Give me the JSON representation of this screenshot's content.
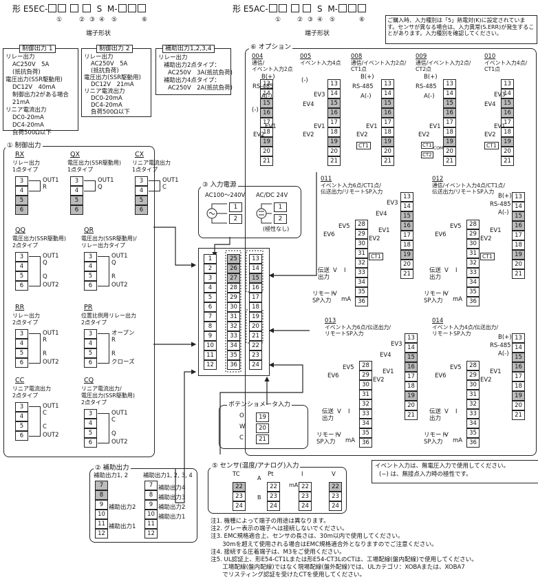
{
  "header": {
    "left_model": "形 E5EC-",
    "right_model": "形 E5AC-",
    "s_letter": "S",
    "m_letter": "M-",
    "nums": [
      "①",
      "②",
      "③",
      "④",
      "⑤",
      "⑥"
    ],
    "terminal_shape": "端子形状"
  },
  "top_note": "ご購入時、入力種別は「5」熱電対(K)に設定されています。センサが異なる場合は、入力異常(S.ERR)が発生することがあります。入力種別を確認してください。",
  "control_output_1": {
    "title": "制御出力 1",
    "lines": [
      "リレー出力",
      "AC250V　5A",
      "(抵抗負荷)",
      "電圧出力(SSR駆動用)",
      "DC12V　40mA",
      "制御出力2がある場合",
      "21mA",
      "リニア電流出力",
      "DC0-20mA",
      "DC4-20mA",
      "負荷500Ω以下"
    ]
  },
  "control_output_2": {
    "title": "制御出力 2",
    "lines": [
      "リレー出力",
      "AC250V　5A",
      "(抵抗負荷)",
      "電圧出力(SSR駆動用)",
      "DC12V　21mA",
      "リニア電流出力",
      "DC0-20mA",
      "DC4-20mA",
      "負荷500Ω以下"
    ]
  },
  "aux_output_box": {
    "title": "補助出力1,2,3,4",
    "lines": [
      "リレー出力",
      "補助出力2点タイプ：",
      "AC250V　3A(抵抗負荷)",
      "補助出力4点タイプ：",
      "AC250V　2A(抵抗負荷)"
    ]
  },
  "section1": {
    "title": "① 制御出力",
    "types": [
      {
        "code": "RX",
        "desc": [
          "リレー出力",
          "1点タイプ"
        ],
        "outs": [
          "OUT1",
          "R"
        ]
      },
      {
        "code": "QX",
        "desc": [
          "電圧出力(SSR駆動用)",
          "1点タイプ"
        ],
        "outs": [
          "OUT1",
          "Q"
        ]
      },
      {
        "code": "CX",
        "desc": [
          "リニア電流出力",
          "1点タイプ"
        ],
        "outs": [
          "OUT1",
          "C"
        ]
      },
      {
        "code": "QQ",
        "desc": [
          "電圧出力(SSR駆動用)",
          "2点タイプ"
        ],
        "outs": [
          "OUT1",
          "Q",
          "Q",
          "OUT2"
        ]
      },
      {
        "code": "QR",
        "desc": [
          "電圧出力(SSR駆動用)/",
          "リレー出力タイプ"
        ],
        "outs": [
          "OUT1",
          "Q",
          "R",
          "OUT2"
        ]
      },
      {
        "code": "RR",
        "desc": [
          "リレー出力",
          "2点タイプ"
        ],
        "outs": [
          "OUT1",
          "R",
          "R",
          "OUT2"
        ]
      },
      {
        "code": "PR",
        "desc": [
          "位置比例用リレー出力",
          "2点タイプ"
        ],
        "outs": [
          "オープン",
          "R",
          "R",
          "クローズ"
        ]
      },
      {
        "code": "CC",
        "desc": [
          "リニア電流出力",
          "2点タイプ"
        ],
        "outs": [
          "OUT1",
          "C",
          "C",
          "OUT2"
        ]
      },
      {
        "code": "CQ",
        "desc": [
          "リニア電流出力/",
          "電圧出力(SSR駆動用)",
          "2点タイプ"
        ],
        "outs": [
          "OUT1",
          "C",
          "Q",
          "OUT2"
        ]
      }
    ]
  },
  "section2": {
    "title": "② 補助出力",
    "col1_title": "補助出力1, 2",
    "col2_title": "補助出力1, 2, 3, 4",
    "col1_labels": [
      "補助出力2",
      "補助出力1"
    ],
    "col2_labels": [
      "補助出力4",
      "補助出力3",
      "補助出力2",
      "補助出力1"
    ]
  },
  "section3": {
    "title": "③ 入力電源",
    "ac": "AC100～240V",
    "dc": "AC/DC 24V",
    "polarity": "(極性なし)"
  },
  "section5": {
    "title": "⑤ センサ(温度/アナログ)入力",
    "types": [
      "TC",
      "Pt",
      "I",
      "V"
    ],
    "A": "A",
    "B": "B",
    "mA": "mA"
  },
  "potentiometer": {
    "title": "ポテンショメータ入力",
    "labels": [
      "O",
      "W",
      "C"
    ],
    "terms": [
      "19",
      "20",
      "21"
    ]
  },
  "section6": {
    "title": "⑥ オプション",
    "options": [
      {
        "code": "004",
        "desc": [
          "通信/",
          "イベント入力2点"
        ]
      },
      {
        "code": "005",
        "desc": [
          "イベント入力4点"
        ]
      },
      {
        "code": "008",
        "desc": [
          "通信/イベント入力2点/",
          "CT1点"
        ]
      },
      {
        "code": "009",
        "desc": [
          "通信/イベント入力2点/",
          "CT2点"
        ]
      },
      {
        "code": "010",
        "desc": [
          "イベント入力4点/",
          "CT1点"
        ]
      },
      {
        "code": "011",
        "desc": [
          "イベント入力6点/CT1点/",
          "伝送出力/リモートSP入力"
        ]
      },
      {
        "code": "012",
        "desc": [
          "通信/イベント入力4点/CT1点/",
          "伝送出力/リモートSP入力"
        ]
      },
      {
        "code": "013",
        "desc": [
          "イベント入力6点/伝送出力/",
          "リモートSP入力"
        ]
      },
      {
        "code": "014",
        "desc": [
          "イベント入力4点/伝送出力/",
          "リモートSP入力"
        ]
      }
    ],
    "labels": {
      "b": "B(+)",
      "rs": "RS-485",
      "a": "A(-)",
      "ev1": "EV1",
      "ev2": "EV2",
      "ev3": "EV3",
      "ev4": "EV4",
      "ev5": "EV5",
      "ev6": "EV6",
      "ct1": "CT1",
      "ct2": "CT2",
      "com": "COM",
      "neg": "(-)",
      "pos": "(+)",
      "transfer": [
        "伝送",
        "出力"
      ],
      "remote": [
        "リモート",
        "SP入力"
      ],
      "V": "V",
      "I": "I",
      "mA": "mA"
    }
  },
  "terminal_block": {
    "col1": [
      "1",
      "2",
      "3",
      "4",
      "5",
      "6",
      "7",
      "8",
      "9",
      "10",
      "11",
      "12"
    ],
    "col2": [
      "25",
      "26",
      "27",
      "28",
      "29",
      "30",
      "31",
      "32",
      "33",
      "34",
      "35",
      "36"
    ],
    "col3": [
      "13",
      "14",
      "15",
      "16",
      "17",
      "18",
      "19",
      "20",
      "21",
      "22",
      "23",
      "24"
    ]
  },
  "event_note": [
    "イベント入力は、無電圧入力で使用してください。",
    "(−) は、無接点入力時の極性です。"
  ],
  "notes": [
    "注1. 機種によって端子の用途は異なります。",
    "注2. グレー表示の端子へは接続しないでください。",
    "注3. EMC規格適合上、センサの長さは、30m以内で使用してください。",
    "　　30mを超えて使用される場合はEMC規格適合外となりますのでご注意ください。",
    "注4. 接続する圧着端子は、M3をご使用ください。",
    "注5. UL認証上、形E54-CT1Lまたは形E54-CT3LのCTは、工場配線(盤内配線)で使用してください。",
    "　　工場配線(盤内配線)ではなく現場配線(盤外配線)では、ULカテゴリ：XOBAまたは、XOBA7",
    "　　でリスティング認証を受けたCTを使用してください。"
  ],
  "colors": {
    "grey_terminal": "#bbbbbb",
    "line": "#222222"
  }
}
